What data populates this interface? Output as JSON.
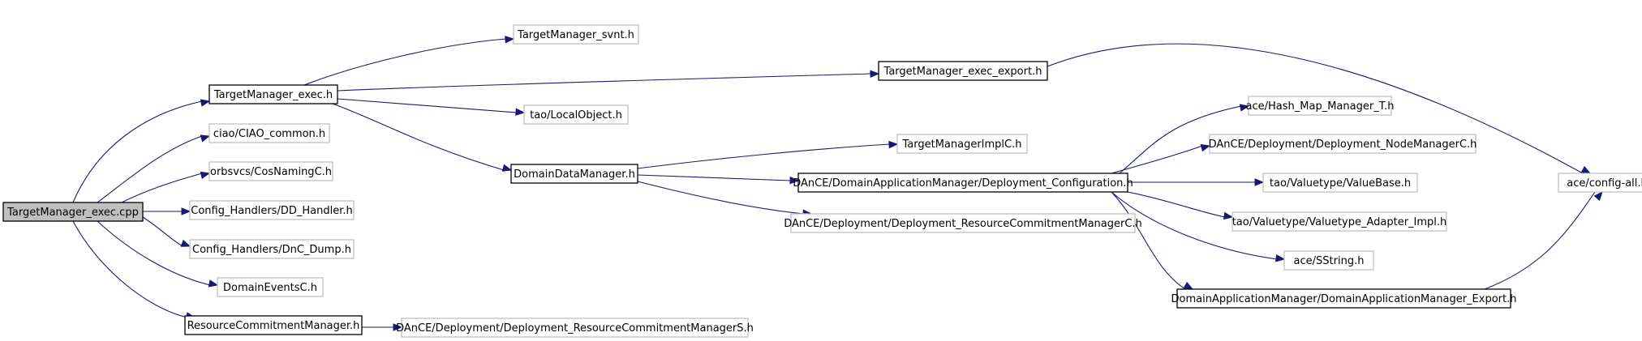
{
  "colors": {
    "edge": "#191970",
    "root_fill": "#bfbfbf",
    "root_border": "#000000",
    "documented_border": "#000000",
    "undocumented_border": "#bfbfbf",
    "node_fill": "#ffffff"
  },
  "nodes": [
    {
      "id": "root",
      "label": "TargetManager_exec.cpp",
      "kind": "root"
    },
    {
      "id": "tm_exec_h",
      "label": "TargetManager_exec.h",
      "kind": "documented"
    },
    {
      "id": "ciao_common",
      "label": "ciao/CIAO_common.h",
      "kind": "external"
    },
    {
      "id": "cosnaming",
      "label": "orbsvcs/CosNamingC.h",
      "kind": "external"
    },
    {
      "id": "dd_handler",
      "label": "Config_Handlers/DD_Handler.h",
      "kind": "external"
    },
    {
      "id": "dnc_dump",
      "label": "Config_Handlers/DnC_Dump.h",
      "kind": "external"
    },
    {
      "id": "domain_events",
      "label": "DomainEventsC.h",
      "kind": "external"
    },
    {
      "id": "rcm_h",
      "label": "ResourceCommitmentManager.h",
      "kind": "documented"
    },
    {
      "id": "tm_svnt",
      "label": "TargetManager_svnt.h",
      "kind": "external"
    },
    {
      "id": "tm_exec_export",
      "label": "TargetManager_exec_export.h",
      "kind": "documented"
    },
    {
      "id": "local_object",
      "label": "tao/LocalObject.h",
      "kind": "external"
    },
    {
      "id": "ddm_h",
      "label": "DomainDataManager.h",
      "kind": "documented"
    },
    {
      "id": "rcm_s",
      "label": "DAnCE/Deployment/Deployment_ResourceCommitmentManagerS.h",
      "kind": "external"
    },
    {
      "id": "tm_implc",
      "label": "TargetManagerImplC.h",
      "kind": "external"
    },
    {
      "id": "dep_config",
      "label": "DAnCE/DomainApplicationManager/Deployment_Configuration.h",
      "kind": "documented"
    },
    {
      "id": "rcm_c",
      "label": "DAnCE/Deployment/Deployment_ResourceCommitmentManagerC.h",
      "kind": "external"
    },
    {
      "id": "hash_map",
      "label": "ace/Hash_Map_Manager_T.h",
      "kind": "external"
    },
    {
      "id": "node_mgr_c",
      "label": "DAnCE/Deployment/Deployment_NodeManagerC.h",
      "kind": "external"
    },
    {
      "id": "valuebase",
      "label": "tao/Valuetype/ValueBase.h",
      "kind": "external"
    },
    {
      "id": "vt_adapter",
      "label": "tao/Valuetype/Valuetype_Adapter_Impl.h",
      "kind": "external"
    },
    {
      "id": "sstring",
      "label": "ace/SString.h",
      "kind": "external"
    },
    {
      "id": "dam_export",
      "label": "DomainApplicationManager/DomainApplicationManager_Export.h",
      "kind": "documented"
    },
    {
      "id": "config_all",
      "label": "ace/config-all.h",
      "kind": "external"
    }
  ],
  "edges": [
    {
      "from": "root",
      "to": "tm_exec_h"
    },
    {
      "from": "root",
      "to": "ciao_common"
    },
    {
      "from": "root",
      "to": "cosnaming"
    },
    {
      "from": "root",
      "to": "dd_handler"
    },
    {
      "from": "root",
      "to": "dnc_dump"
    },
    {
      "from": "root",
      "to": "domain_events"
    },
    {
      "from": "root",
      "to": "rcm_h"
    },
    {
      "from": "tm_exec_h",
      "to": "tm_svnt"
    },
    {
      "from": "tm_exec_h",
      "to": "tm_exec_export"
    },
    {
      "from": "tm_exec_h",
      "to": "local_object"
    },
    {
      "from": "tm_exec_h",
      "to": "ddm_h"
    },
    {
      "from": "rcm_h",
      "to": "rcm_s"
    },
    {
      "from": "ddm_h",
      "to": "tm_implc"
    },
    {
      "from": "ddm_h",
      "to": "dep_config"
    },
    {
      "from": "ddm_h",
      "to": "rcm_c"
    },
    {
      "from": "dep_config",
      "to": "hash_map"
    },
    {
      "from": "dep_config",
      "to": "node_mgr_c"
    },
    {
      "from": "dep_config",
      "to": "valuebase"
    },
    {
      "from": "dep_config",
      "to": "vt_adapter"
    },
    {
      "from": "dep_config",
      "to": "sstring"
    },
    {
      "from": "dep_config",
      "to": "dam_export"
    },
    {
      "from": "tm_exec_export",
      "to": "config_all"
    },
    {
      "from": "dam_export",
      "to": "config_all"
    }
  ]
}
